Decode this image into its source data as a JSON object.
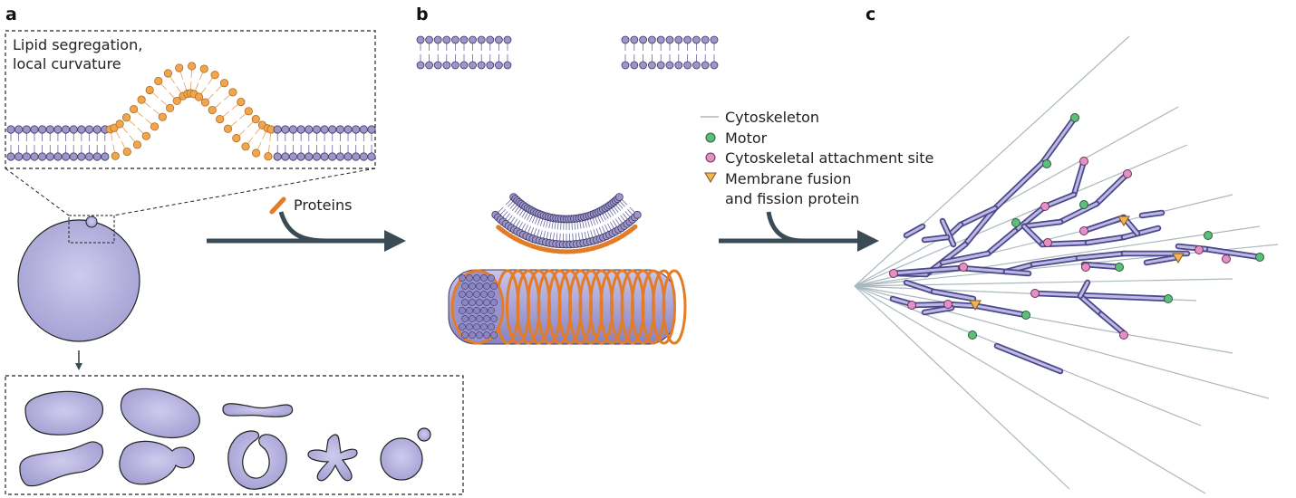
{
  "panels": {
    "a": {
      "letter": "a",
      "inset_label_line1": "Lipid segregation,",
      "inset_label_line2": "local curvature"
    },
    "b": {
      "letter": "b",
      "proteins_label": "Proteins"
    },
    "c": {
      "letter": "c",
      "legend": {
        "cytoskeleton": "Cytoskeleton",
        "motor": "Motor",
        "attachment": "Cytoskeletal attachment site",
        "fusion_line1": "Membrane fusion",
        "fusion_line2": "and fission protein"
      }
    }
  },
  "colors": {
    "lipid_head": "#9c97c8",
    "lipid_head_dark": "#5d5890",
    "lipid_orange": "#f0a64f",
    "protein_orange": "#e37c26",
    "cell_fill": "#b3afdc",
    "arrow": "#3a4b55",
    "cytoskeleton_line": "#a9b8bf",
    "tubule": "#8f8ac6",
    "motor": "#5bbf7a",
    "attachment": "#e58fc7",
    "fusion": "#f2b451"
  },
  "icons": [
    "motor-dot-icon",
    "attachment-dot-icon",
    "fusion-triangle-icon",
    "protein-bar-icon",
    "arrow-icon"
  ]
}
